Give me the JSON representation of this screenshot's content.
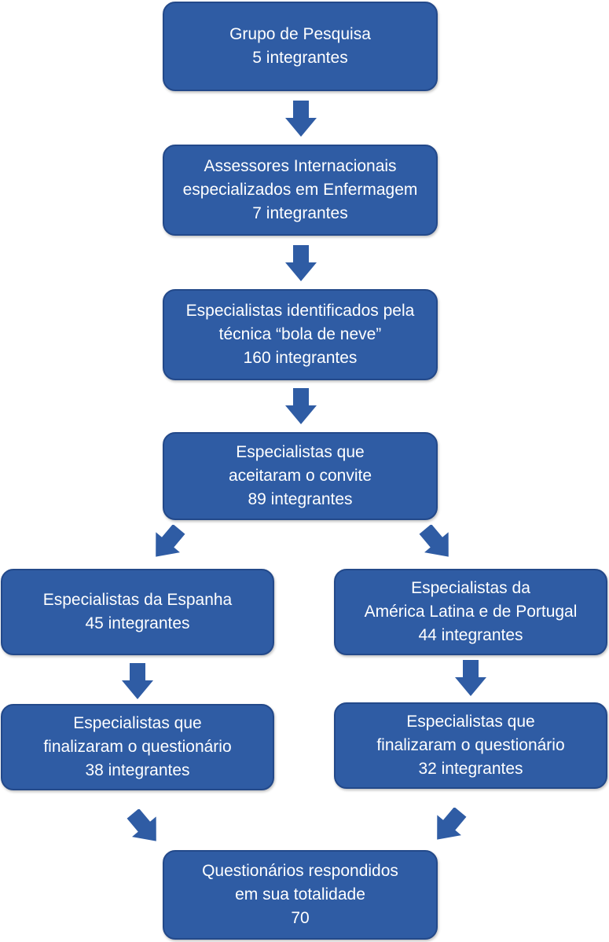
{
  "colors": {
    "box_fill": "#2f5ca4",
    "box_border": "#23498a",
    "arrow_fill": "#2f5ca4",
    "text": "#ffffff"
  },
  "boxes": {
    "grupo": {
      "line1": "Grupo de Pesquisa",
      "line2": "5 integrantes"
    },
    "assessores": {
      "line1": "Assessores Internacionais",
      "line2": "especializados em Enfermagem",
      "line3": "7 integrantes"
    },
    "bola": {
      "line1": "Especialistas identificados pela",
      "line2": "técnica “bola de neve”",
      "line3": "160 integrantes"
    },
    "aceitaram": {
      "line1": "Especialistas que",
      "line2": "aceitaram o convite",
      "line3": "89 integrantes"
    },
    "espanha": {
      "line1": "Especialistas da Espanha",
      "line2": "45 integrantes"
    },
    "america": {
      "line1": "Especialistas da",
      "line2": "América Latina e de Portugal",
      "line3": "44 integrantes"
    },
    "final_espanha": {
      "line1": "Especialistas que",
      "line2": "finalizaram o questionário",
      "line3": "38 integrantes"
    },
    "final_america": {
      "line1": "Especialistas que",
      "line2": "finalizaram o questionário",
      "line3": "32 integrantes"
    },
    "total": {
      "line1": "Questionários respondidos",
      "line2": "em sua totalidade",
      "line3": "70"
    }
  },
  "arrows": [
    "arrow-down-icon",
    "arrow-diagonal-icon"
  ]
}
